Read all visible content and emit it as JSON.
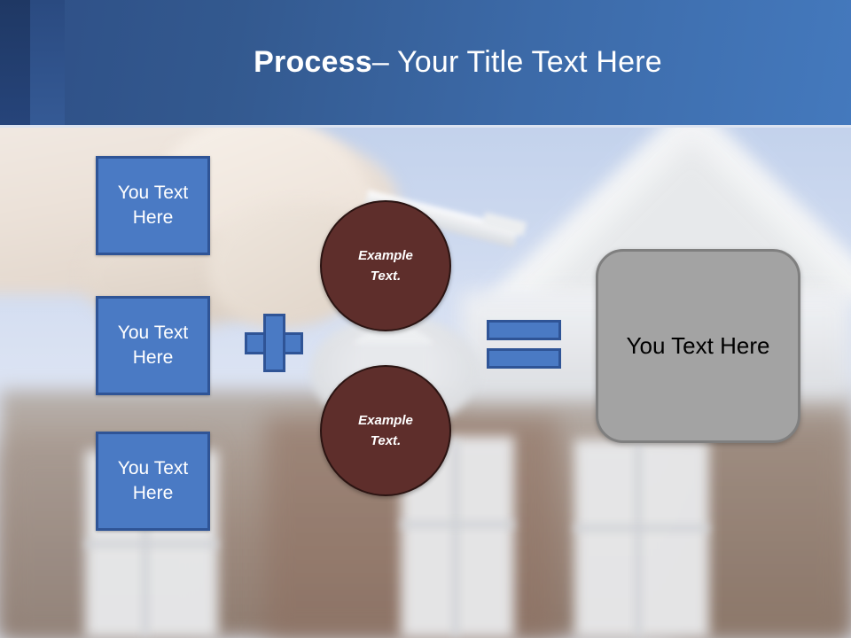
{
  "slide": {
    "header": {
      "title_bold": "Process",
      "title_rest": " – Your Title Text Here",
      "background_color": "#3c6aa8",
      "accent_dark": "#1f3864",
      "text_color": "#ffffff"
    },
    "background": {
      "description": "blurred photograph of a hand holding a house key in front of a brick house with white gable roof and windows",
      "sky_color": "#cdd9ef",
      "brick_color": "#9d8a7e"
    },
    "inputs": {
      "box_fill": "#4a7ac4",
      "box_border": "#2f5496",
      "box_text_color": "#ffffff",
      "items": [
        {
          "label": "You Text Here"
        },
        {
          "label": "You Text Here"
        },
        {
          "label": "You Text Here"
        }
      ]
    },
    "operators": {
      "plus": {
        "symbol": "+",
        "fill": "#4a7ac4",
        "border": "#2f5496"
      },
      "equals": {
        "symbol": "=",
        "fill": "#4a7ac4",
        "border": "#2f5496"
      }
    },
    "circles": {
      "fill": "#5e2e2b",
      "border": "#2b1412",
      "text_color": "#ffffff",
      "items": [
        {
          "line1": "Example",
          "line2": "Text."
        },
        {
          "line1": "Example",
          "line2": "Text."
        }
      ]
    },
    "result": {
      "label": "You Text Here",
      "fill": "#a3a3a3",
      "border": "#7f7f7f",
      "text_color": "#000000"
    }
  }
}
